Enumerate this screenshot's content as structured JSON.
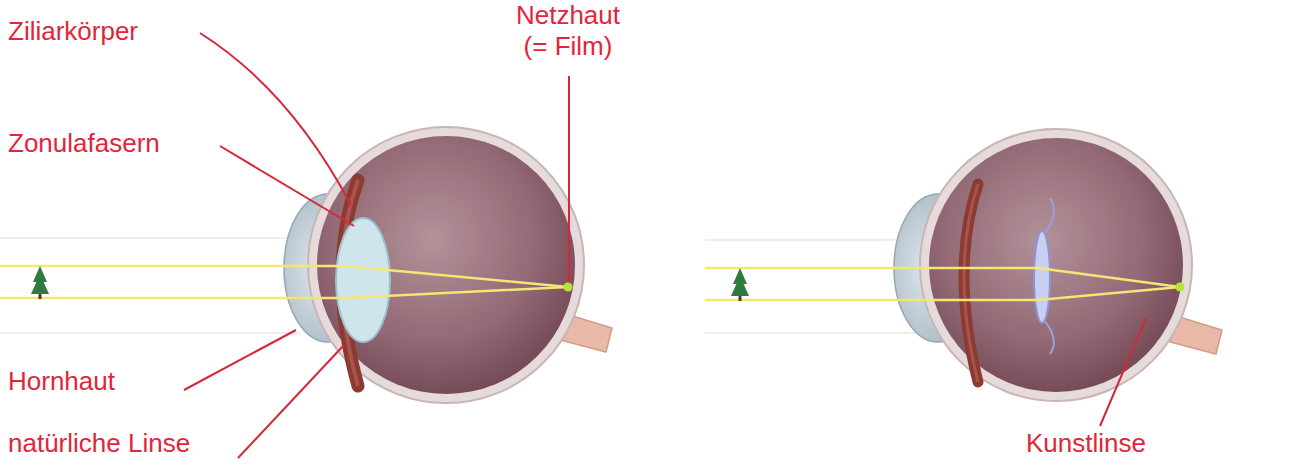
{
  "diagram": {
    "labels": [
      "Ziliarkörper",
      "Netzhaut (= Film)",
      "Zonulafasern",
      "Hornhaut",
      "natürliche Linse",
      "Kunstlinse"
    ]
  }
}
